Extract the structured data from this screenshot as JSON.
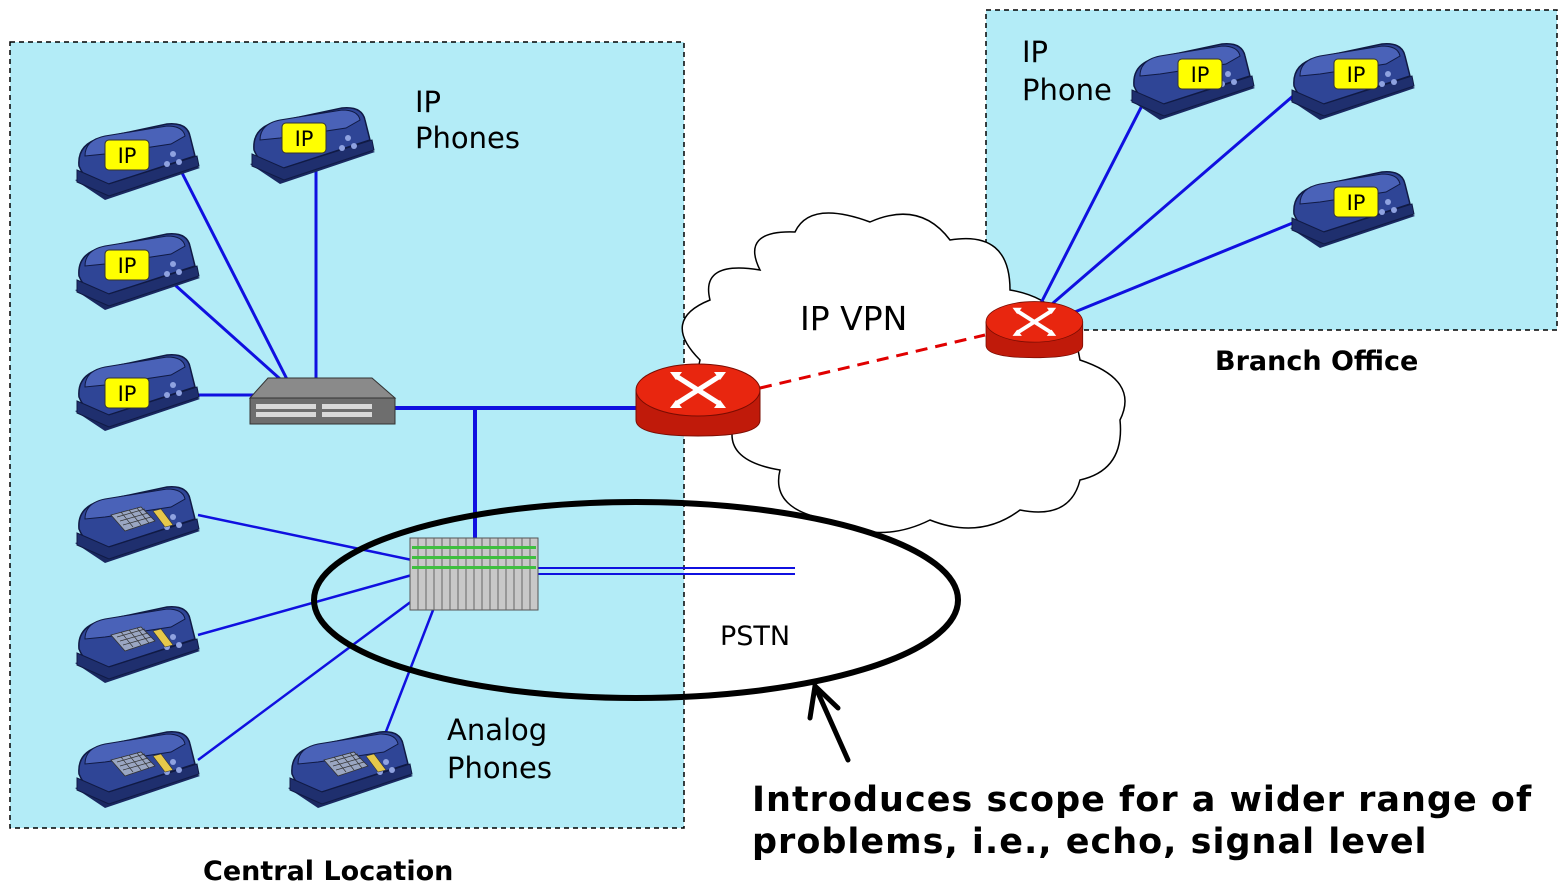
{
  "central_location": {
    "caption": "Central Location",
    "ip_phones_label_line1": "IP",
    "ip_phones_label_line2": "Phones",
    "analog_phones_label_line1": "Analog",
    "analog_phones_label_line2": "Phones"
  },
  "branch_office": {
    "caption": "Branch Office",
    "ip_phone_label_line1": "IP",
    "ip_phone_label_line2": "Phone"
  },
  "ip_badge": "IP",
  "cloud_label": "IP VPN",
  "pstn_label": "PSTN",
  "annotation": {
    "line1": "Introduces scope for a wider range of",
    "line2": "problems, i.e., echo, signal level"
  },
  "colors": {
    "zone_fill": "#b3ecf7",
    "link_blue": "#1010e0",
    "router_red": "#e0220f",
    "phone_blue": "#2b3f8f",
    "badge_yellow": "#ffff00",
    "vpn_dash": "#e00000"
  }
}
